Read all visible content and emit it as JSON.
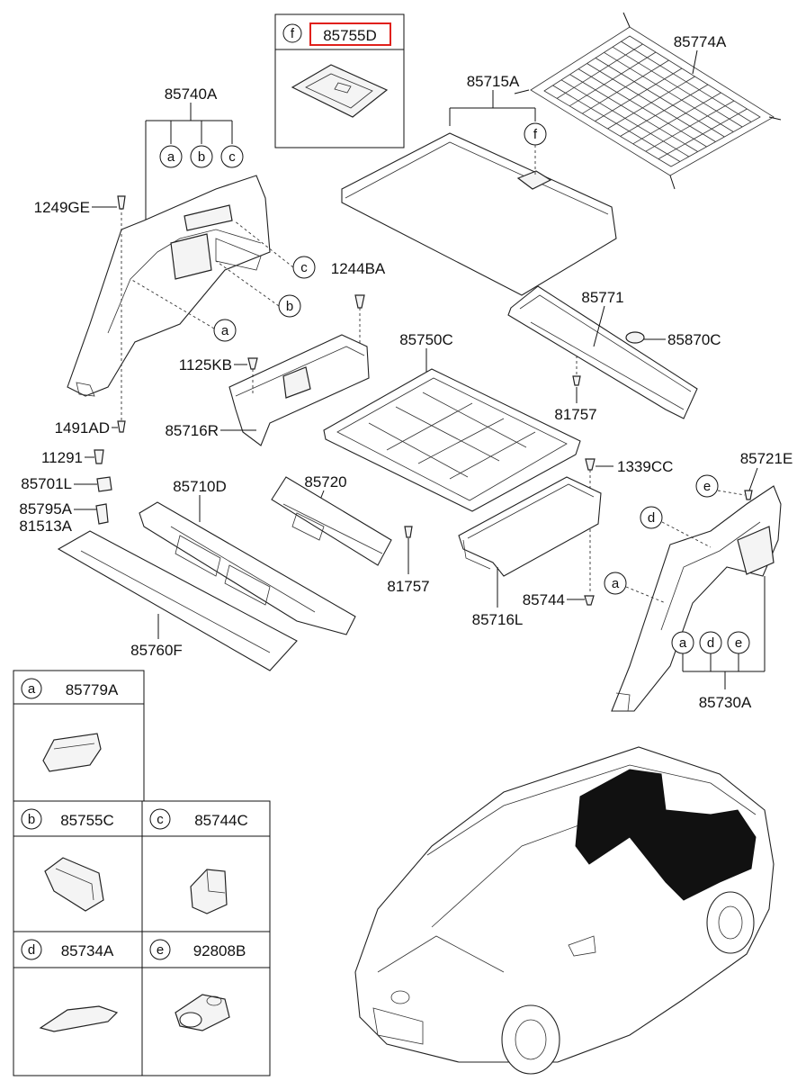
{
  "parts": {
    "p85755D": "85755D",
    "p85774A": "85774A",
    "p85740A": "85740A",
    "p85715A": "85715A",
    "p1249GE": "1249GE",
    "p1244BA": "1244BA",
    "p85771": "85771",
    "p85870C": "85870C",
    "p85750C": "85750C",
    "p1125KB": "1125KB",
    "p1491AD": "1491AD",
    "p85716R": "85716R",
    "p81757a": "81757",
    "p11291": "11291",
    "p85701L": "85701L",
    "p85795A": "85795A",
    "p81513A": "81513A",
    "p85710D": "85710D",
    "p85720": "85720",
    "p1339CC": "1339CC",
    "p85721E": "85721E",
    "p81757b": "81757",
    "p85744": "85744",
    "p85716L": "85716L",
    "p85760F": "85760F",
    "p85730A": "85730A"
  },
  "callouts": {
    "a": "a",
    "b": "b",
    "c": "c",
    "d": "d",
    "e": "e",
    "f": "f"
  },
  "legend": [
    {
      "key": "a",
      "part": "85779A"
    },
    {
      "key": "b",
      "part": "85755C"
    },
    {
      "key": "c",
      "part": "85744C"
    },
    {
      "key": "d",
      "part": "85734A"
    },
    {
      "key": "e",
      "part": "92808B"
    }
  ],
  "inset_f": {
    "key": "f",
    "part": "85755D",
    "highlight_color": "#e0201b"
  }
}
